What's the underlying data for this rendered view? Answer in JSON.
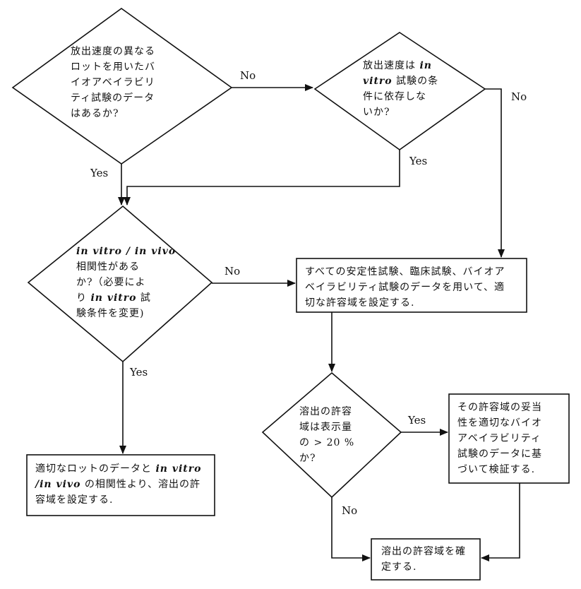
{
  "decision_1": {
    "lines": [
      "放出速度の異なる",
      "ロットを用いたバ",
      "イオアベイラビリ",
      "ティ試験のデータ",
      "はあるか?"
    ]
  },
  "decision_2": {
    "l1_pre": "放出速度は",
    "l1_em": "in",
    "l2_em": "vitro",
    "l2_post": "試験の条",
    "l3": "件に依存しな",
    "l4": "いか?"
  },
  "decision_3": {
    "l1_em": "in vitro / in vivo",
    "l2": "相関性がある",
    "l3": "か?（必要によ",
    "l4_pre": "り",
    "l4_em": "in vitro",
    "l4_post": "試",
    "l5": "験条件を変更)"
  },
  "decision_4": {
    "lines": [
      "溶出の許容",
      "域は表示量",
      "の > 20 %",
      "か?"
    ]
  },
  "process_all_data": {
    "lines": [
      "すべての安定性試験、臨床試験、バイオア",
      "ベイラビリティ試験のデータを用いて、適",
      "切な許容域を設定する."
    ]
  },
  "process_correlation": {
    "l1_pre": "適切なロットのデータと",
    "l1_em": "in vitro",
    "l2_em": "/in vivo",
    "l2_post": "の相関性より、溶出の許",
    "l3": "容域を設定する."
  },
  "process_verify": {
    "lines": [
      "その許容域の妥当",
      "性を適切なバイオ",
      "アベイラビリティ",
      "試験のデータに基",
      "づいて検証する."
    ]
  },
  "process_final": {
    "lines": [
      "溶出の許容域を確",
      "定する."
    ]
  },
  "labels": {
    "d1_no": "No",
    "d2_no": "No",
    "d2_yes": "Yes",
    "d1_yes": "Yes",
    "d3_no": "No",
    "d3_yes": "Yes",
    "d4_yes": "Yes",
    "d4_no": "No"
  }
}
